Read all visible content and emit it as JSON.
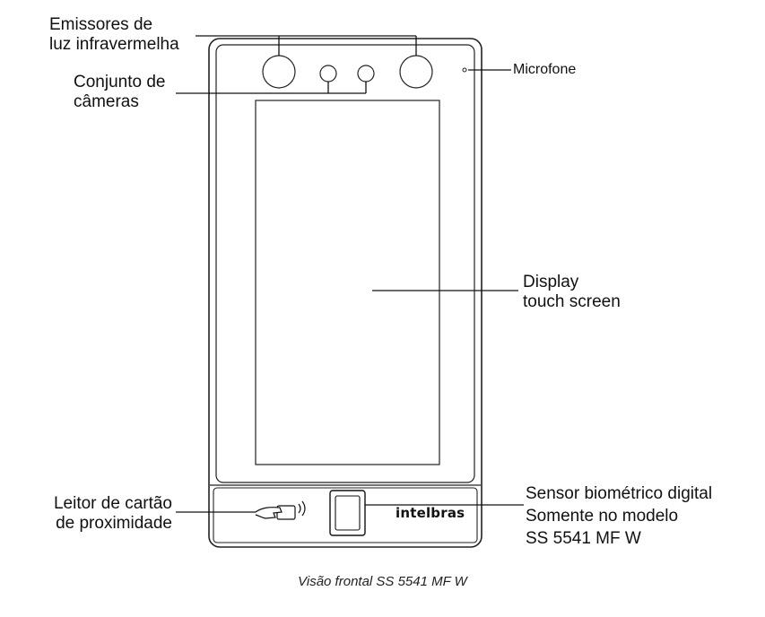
{
  "labels": {
    "emitters": [
      "Emissores de",
      "luz infravermelha"
    ],
    "cameras": [
      "Conjunto de",
      "câmeras"
    ],
    "microphone": "Microfone",
    "display": [
      "Display",
      "touch screen"
    ],
    "card_reader": [
      "Leitor de cartão",
      "de proximidade"
    ],
    "biometric": [
      "Sensor biométrico digital",
      "Somente no modelo",
      "SS 5541 MF W"
    ]
  },
  "brand": "intelbras",
  "caption": "Visão frontal SS 5541 MF W",
  "icons": [
    "rfid-card-icon",
    "fingerprint-sensor-icon"
  ]
}
